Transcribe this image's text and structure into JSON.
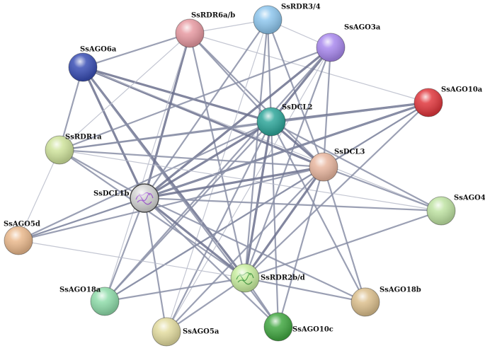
{
  "network": {
    "nodes": [
      {
        "id": "AGO6a",
        "label": "SsAGO6a",
        "color": "#3a4fb5"
      },
      {
        "id": "RDR6ab",
        "label": "SsRDR6a/b",
        "color": "#e79aa2"
      },
      {
        "id": "RDR34",
        "label": "SsRDR3/4",
        "color": "#8fc7ee"
      },
      {
        "id": "AGO3a",
        "label": "SsAGO3a",
        "color": "#a989ee"
      },
      {
        "id": "AGO10a",
        "label": "SsAGO10a",
        "color": "#e0383e"
      },
      {
        "id": "DCL2",
        "label": "SsDCL2",
        "color": "#2fa69a"
      },
      {
        "id": "RDR1a",
        "label": "SsRDR1a",
        "color": "#cfe39c"
      },
      {
        "id": "DCL3",
        "label": "SsDCL3",
        "color": "#e9b7a0"
      },
      {
        "id": "DCL1b",
        "label": "SsDCL1b",
        "color": "#d4d4d4",
        "has_structure": true
      },
      {
        "id": "AGO4",
        "label": "SsAGO4",
        "color": "#bfe3a3"
      },
      {
        "id": "AGO5d",
        "label": "SsAGO5d",
        "color": "#eab98d"
      },
      {
        "id": "RDR2bd",
        "label": "SsRDR2b/d",
        "color": "#c9eea0",
        "has_structure": true
      },
      {
        "id": "AGO18a",
        "label": "SsAGO18a",
        "color": "#8fdcaa"
      },
      {
        "id": "AGO18b",
        "label": "SsAGO18b",
        "color": "#dcc08e"
      },
      {
        "id": "AGO5a",
        "label": "SsAGO5a",
        "color": "#e3dca0"
      },
      {
        "id": "AGO10c",
        "label": "SsAGO10c",
        "color": "#43a843"
      }
    ],
    "edges": [
      {
        "source": "AGO6a",
        "target": "RDR6ab",
        "weight": 2
      },
      {
        "source": "AGO6a",
        "target": "RDR1a",
        "weight": 2
      },
      {
        "source": "AGO6a",
        "target": "DCL2",
        "weight": 3
      },
      {
        "source": "AGO6a",
        "target": "DCL3",
        "weight": 3
      },
      {
        "source": "AGO6a",
        "target": "DCL1b",
        "weight": 3
      },
      {
        "source": "AGO6a",
        "target": "RDR2bd",
        "weight": 3
      },
      {
        "source": "AGO6a",
        "target": "AGO10c",
        "weight": 2
      },
      {
        "source": "AGO6a",
        "target": "AGO4",
        "weight": 1
      },
      {
        "source": "RDR6ab",
        "target": "RDR34",
        "weight": 1
      },
      {
        "source": "RDR6ab",
        "target": "DCL2",
        "weight": 2
      },
      {
        "source": "RDR6ab",
        "target": "DCL3",
        "weight": 2
      },
      {
        "source": "RDR6ab",
        "target": "DCL1b",
        "weight": 3
      },
      {
        "source": "RDR6ab",
        "target": "RDR2bd",
        "weight": 2
      },
      {
        "source": "RDR6ab",
        "target": "RDR1a",
        "weight": 1
      },
      {
        "source": "RDR6ab",
        "target": "AGO18a",
        "weight": 1
      },
      {
        "source": "RDR6ab",
        "target": "AGO10a",
        "weight": 1
      },
      {
        "source": "RDR34",
        "target": "DCL2",
        "weight": 2
      },
      {
        "source": "RDR34",
        "target": "DCL3",
        "weight": 2
      },
      {
        "source": "RDR34",
        "target": "DCL1b",
        "weight": 2
      },
      {
        "source": "RDR34",
        "target": "RDR2bd",
        "weight": 2
      },
      {
        "source": "RDR34",
        "target": "AGO5a",
        "weight": 1
      },
      {
        "source": "RDR34",
        "target": "AGO3a",
        "weight": 1
      },
      {
        "source": "AGO3a",
        "target": "DCL2",
        "weight": 3
      },
      {
        "source": "AGO3a",
        "target": "DCL3",
        "weight": 2
      },
      {
        "source": "AGO3a",
        "target": "DCL1b",
        "weight": 3
      },
      {
        "source": "AGO3a",
        "target": "RDR2bd",
        "weight": 2
      },
      {
        "source": "AGO3a",
        "target": "RDR1a",
        "weight": 2
      },
      {
        "source": "AGO3a",
        "target": "AGO18a",
        "weight": 2
      },
      {
        "source": "AGO3a",
        "target": "AGO5a",
        "weight": 1
      },
      {
        "source": "AGO10a",
        "target": "DCL2",
        "weight": 3
      },
      {
        "source": "AGO10a",
        "target": "DCL3",
        "weight": 2
      },
      {
        "source": "AGO10a",
        "target": "DCL1b",
        "weight": 3
      },
      {
        "source": "AGO10a",
        "target": "RDR2bd",
        "weight": 2
      },
      {
        "source": "AGO10a",
        "target": "RDR1a",
        "weight": 2
      },
      {
        "source": "AGO10a",
        "target": "AGO5d",
        "weight": 2
      },
      {
        "source": "AGO10a",
        "target": "AGO18a",
        "weight": 2
      },
      {
        "source": "DCL2",
        "target": "DCL3",
        "weight": 3
      },
      {
        "source": "DCL2",
        "target": "DCL1b",
        "weight": 3
      },
      {
        "source": "DCL2",
        "target": "RDR2bd",
        "weight": 3
      },
      {
        "source": "DCL2",
        "target": "RDR1a",
        "weight": 2
      },
      {
        "source": "DCL2",
        "target": "AGO4",
        "weight": 2
      },
      {
        "source": "DCL2",
        "target": "AGO5d",
        "weight": 2
      },
      {
        "source": "DCL2",
        "target": "AGO18a",
        "weight": 2
      },
      {
        "source": "DCL2",
        "target": "AGO18b",
        "weight": 2
      },
      {
        "source": "DCL2",
        "target": "AGO10c",
        "weight": 2
      },
      {
        "source": "DCL2",
        "target": "AGO5a",
        "weight": 2
      },
      {
        "source": "RDR1a",
        "target": "DCL3",
        "weight": 2
      },
      {
        "source": "RDR1a",
        "target": "DCL1b",
        "weight": 2
      },
      {
        "source": "RDR1a",
        "target": "RDR2bd",
        "weight": 2
      },
      {
        "source": "RDR1a",
        "target": "AGO4",
        "weight": 1
      },
      {
        "source": "DCL3",
        "target": "DCL1b",
        "weight": 3
      },
      {
        "source": "DCL3",
        "target": "RDR2bd",
        "weight": 3
      },
      {
        "source": "DCL3",
        "target": "AGO4",
        "weight": 2
      },
      {
        "source": "DCL3",
        "target": "AGO5d",
        "weight": 2
      },
      {
        "source": "DCL3",
        "target": "AGO18a",
        "weight": 2
      },
      {
        "source": "DCL3",
        "target": "AGO18b",
        "weight": 2
      },
      {
        "source": "DCL3",
        "target": "AGO10c",
        "weight": 2
      },
      {
        "source": "DCL3",
        "target": "AGO5a",
        "weight": 2
      },
      {
        "source": "DCL1b",
        "target": "RDR2bd",
        "weight": 3
      },
      {
        "source": "DCL1b",
        "target": "AGO4",
        "weight": 2
      },
      {
        "source": "DCL1b",
        "target": "AGO5d",
        "weight": 2
      },
      {
        "source": "DCL1b",
        "target": "AGO18a",
        "weight": 2
      },
      {
        "source": "DCL1b",
        "target": "AGO18b",
        "weight": 2
      },
      {
        "source": "DCL1b",
        "target": "AGO10c",
        "weight": 2
      },
      {
        "source": "DCL1b",
        "target": "AGO5a",
        "weight": 2
      },
      {
        "source": "RDR2bd",
        "target": "AGO4",
        "weight": 2
      },
      {
        "source": "RDR2bd",
        "target": "AGO18a",
        "weight": 2
      },
      {
        "source": "RDR2bd",
        "target": "AGO18b",
        "weight": 2
      },
      {
        "source": "RDR2bd",
        "target": "AGO10c",
        "weight": 2
      },
      {
        "source": "RDR2bd",
        "target": "AGO5a",
        "weight": 2
      },
      {
        "source": "RDR2bd",
        "target": "AGO5d",
        "weight": 1
      },
      {
        "source": "AGO5d",
        "target": "RDR1a",
        "weight": 1
      }
    ]
  }
}
